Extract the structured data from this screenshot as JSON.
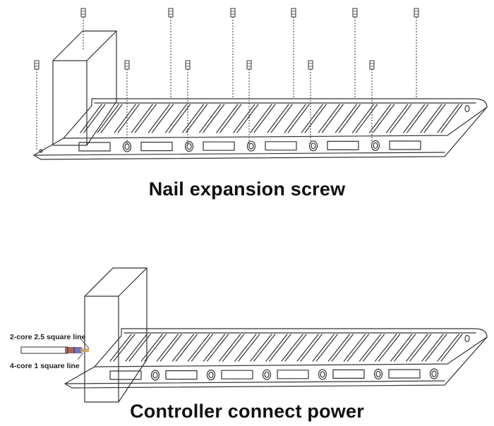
{
  "panels": [
    {
      "caption": "Nail expansion screw",
      "spike_count": 22,
      "window_count": 6,
      "bolt_count": 5,
      "screw_count": 12
    },
    {
      "caption": "Controller connect power",
      "spike_count": 22,
      "window_count": 6,
      "bolt_count": 6,
      "wire_labels": [
        "2-core 2.5 square line",
        "4-core 1 square line"
      ]
    }
  ],
  "colors": {
    "line": "#333333",
    "text": "#111111",
    "wire_accent_1": "#7a2a1e",
    "wire_accent_2": "#3a3a9a"
  }
}
